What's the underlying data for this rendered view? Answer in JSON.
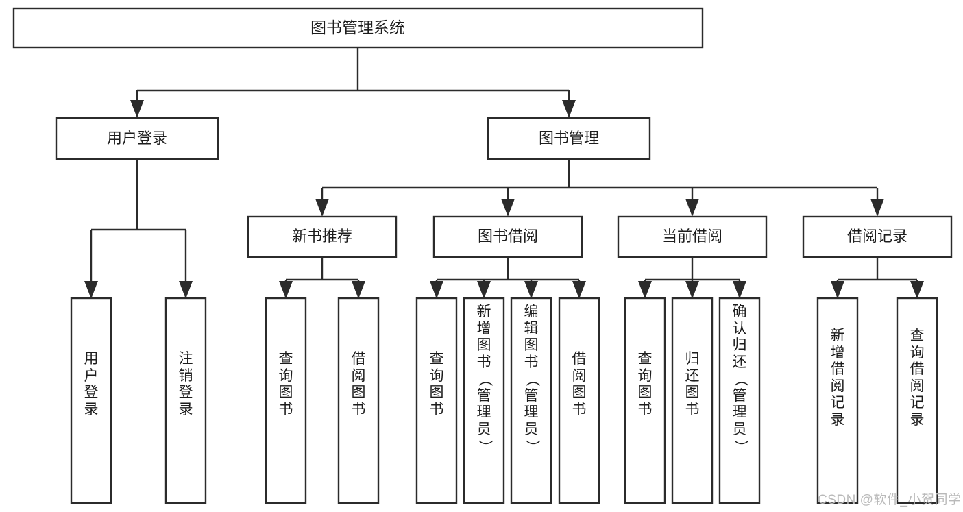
{
  "diagram": {
    "title": "图书管理系统",
    "type": "tree",
    "orientation": "top-down",
    "colors": {
      "box_stroke": "#2b2b2b",
      "box_fill": "#ffffff",
      "text": "#1d1d1d",
      "connector": "#2b2b2b",
      "background": "#ffffff",
      "watermark": "#b9b9b9"
    },
    "root": {
      "label": "图书管理系统"
    },
    "level2": [
      {
        "label": "用户登录"
      },
      {
        "label": "图书管理"
      }
    ],
    "level3": [
      {
        "label": "新书推荐"
      },
      {
        "label": "图书借阅"
      },
      {
        "label": "当前借阅"
      },
      {
        "label": "借阅记录"
      }
    ],
    "leaves": {
      "user_login": [
        {
          "label": "用户登录",
          "chars": [
            "用",
            "户",
            "登",
            "录"
          ]
        },
        {
          "label": "注销登录",
          "chars": [
            "注",
            "销",
            "登",
            "录"
          ]
        }
      ],
      "new_book_recommend": [
        {
          "label": "查询图书",
          "chars": [
            "查",
            "询",
            "图",
            "书"
          ]
        },
        {
          "label": "借阅图书",
          "chars": [
            "借",
            "阅",
            "图",
            "书"
          ]
        }
      ],
      "book_borrow": [
        {
          "label": "查询图书",
          "chars": [
            "查",
            "询",
            "图",
            "书"
          ]
        },
        {
          "label": "新增图书（管理员）",
          "chars": [
            "新",
            "增",
            "图",
            "书",
            "（",
            "管",
            "理",
            "员",
            "）"
          ]
        },
        {
          "label": "编辑图书（管理员）",
          "chars": [
            "编",
            "辑",
            "图",
            "书",
            "（",
            "管",
            "理",
            "员",
            "）"
          ]
        },
        {
          "label": "借阅图书",
          "chars": [
            "借",
            "阅",
            "图",
            "书"
          ]
        }
      ],
      "current_borrow": [
        {
          "label": "查询图书",
          "chars": [
            "查",
            "询",
            "图",
            "书"
          ]
        },
        {
          "label": "归还图书",
          "chars": [
            "归",
            "还",
            "图",
            "书"
          ]
        },
        {
          "label": "确认归还（管理员）",
          "chars": [
            "确",
            "认",
            "归",
            "还",
            "（",
            "管",
            "理",
            "员",
            "）"
          ]
        }
      ],
      "borrow_record": [
        {
          "label": "新增借阅记录",
          "chars": [
            "新",
            "增",
            "借",
            "阅",
            "记",
            "录"
          ]
        },
        {
          "label": "查询借阅记录",
          "chars": [
            "查",
            "询",
            "借",
            "阅",
            "记",
            "录"
          ]
        }
      ]
    }
  },
  "watermark": {
    "text": "CSDN @软件_小贺同学"
  }
}
